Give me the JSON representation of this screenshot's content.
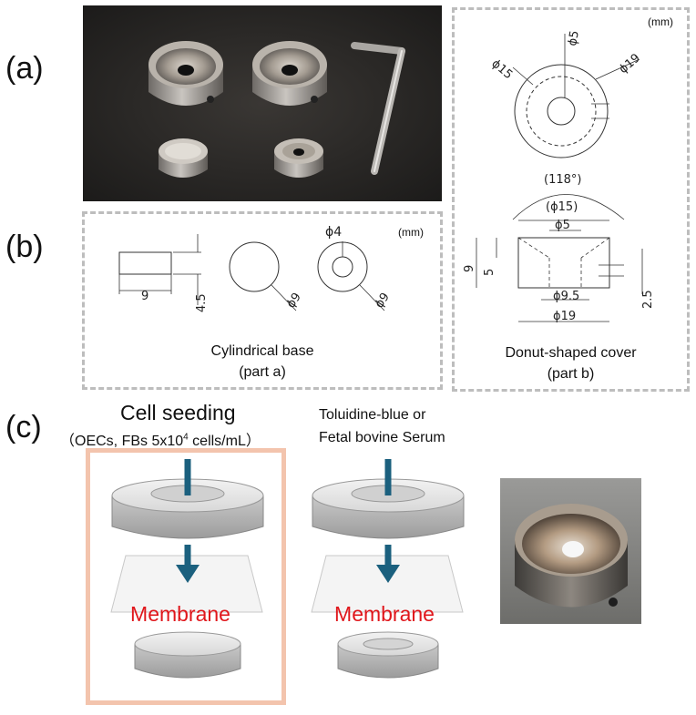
{
  "panels": {
    "a_letter": "(a)",
    "b_letter": "(b)",
    "c_letter": "(c)"
  },
  "drawing_b": {
    "unit": "(mm)",
    "dims": {
      "width": "9",
      "height": "4.5",
      "diameter_1": "ϕ9",
      "diameter_2": "ϕ9",
      "hole": "ϕ4"
    },
    "caption_line1": "Cylindrical base",
    "caption_line2": "(part a)"
  },
  "drawing_cover": {
    "unit": "(mm)",
    "top_dims": {
      "outer": "ϕ19",
      "mid": "ϕ15",
      "hole": "ϕ5"
    },
    "side_dims": {
      "angle": "(118°)",
      "cone": "(ϕ15)",
      "hole": "ϕ5",
      "height": "9",
      "depth": "5",
      "inner": "ϕ9.5",
      "outer": "ϕ19",
      "step": "2.5"
    },
    "caption_line1": "Donut-shaped cover",
    "caption_line2": "(part b)"
  },
  "seeding": {
    "title": "Cell seeding",
    "subtitle_prefix": "（OECs, FBs 5x10",
    "subtitle_exp": "4",
    "subtitle_suffix": " cells/mL）",
    "membrane_label": "Membrane"
  },
  "staining": {
    "line1": "Toluidine-blue or",
    "line2": "Fetal bovine Serum",
    "membrane_label": "Membrane"
  },
  "colors": {
    "arrow": "#1b607e",
    "membrane_text": "#e0161b",
    "seeding_frame": "#f3c4ad",
    "dash": "#bdbdbd",
    "metal_light": "#e2e2e2",
    "metal_dark": "#9a9a9a"
  }
}
